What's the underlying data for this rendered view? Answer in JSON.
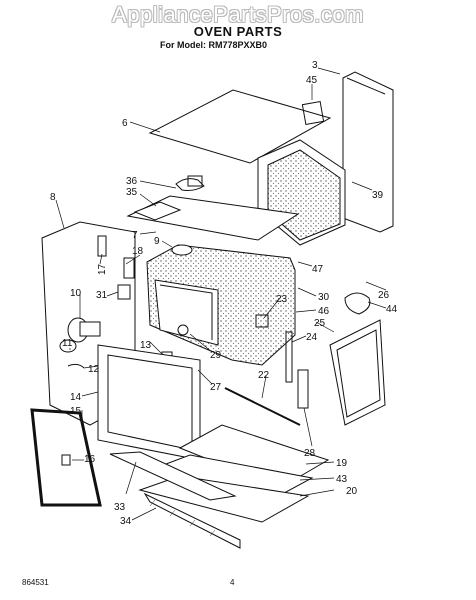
{
  "watermark": "AppliancePartsPros.com",
  "title": "OVEN PARTS",
  "model": "For Model: RM778PXXB0",
  "doc_number": "864531",
  "page_number": "4",
  "callouts": [
    "3",
    "45",
    "6",
    "39",
    "8",
    "36",
    "35",
    "7",
    "18",
    "9",
    "17",
    "10",
    "31",
    "47",
    "26",
    "44",
    "23",
    "30",
    "46",
    "25",
    "11",
    "24",
    "13",
    "29",
    "12",
    "27",
    "22",
    "14",
    "15",
    "28",
    "16",
    "19",
    "43",
    "20",
    "33",
    "34"
  ]
}
